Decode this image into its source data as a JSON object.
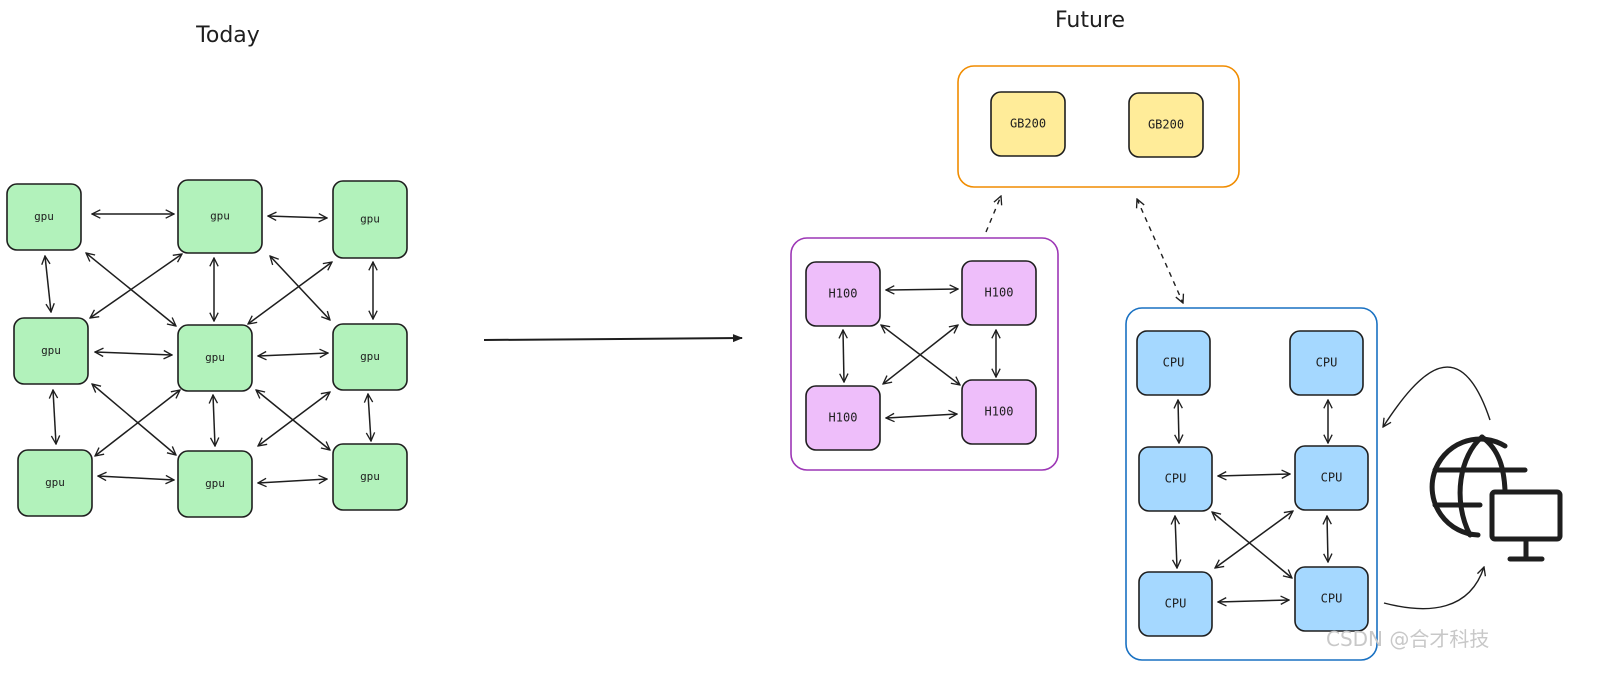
{
  "titles": {
    "today": "Today",
    "future": "Future"
  },
  "watermark": "CSDN @合才科技",
  "colors": {
    "stroke": "#1e1e1e",
    "gpu_fill": "#b2f2bb",
    "h100_fill": "#eebefa",
    "gb200_fill": "#ffec99",
    "cpu_fill": "#a5d8ff",
    "gb200_group": "#f08c00",
    "h100_group": "#9c36b5",
    "cpu_group": "#1971c2"
  },
  "today": {
    "node_label": "gpu",
    "node_count": 9
  },
  "future": {
    "gb200_group": {
      "labels": [
        "GB200",
        "GB200"
      ]
    },
    "h100_group": {
      "labels": [
        "H100",
        "H100",
        "H100",
        "H100"
      ]
    },
    "cpu_group": {
      "labels": [
        "CPU",
        "CPU",
        "CPU",
        "CPU",
        "CPU",
        "CPU"
      ]
    }
  },
  "icons": {
    "transition": "arrow-right-icon",
    "globe": "globe-monitor-icon"
  }
}
